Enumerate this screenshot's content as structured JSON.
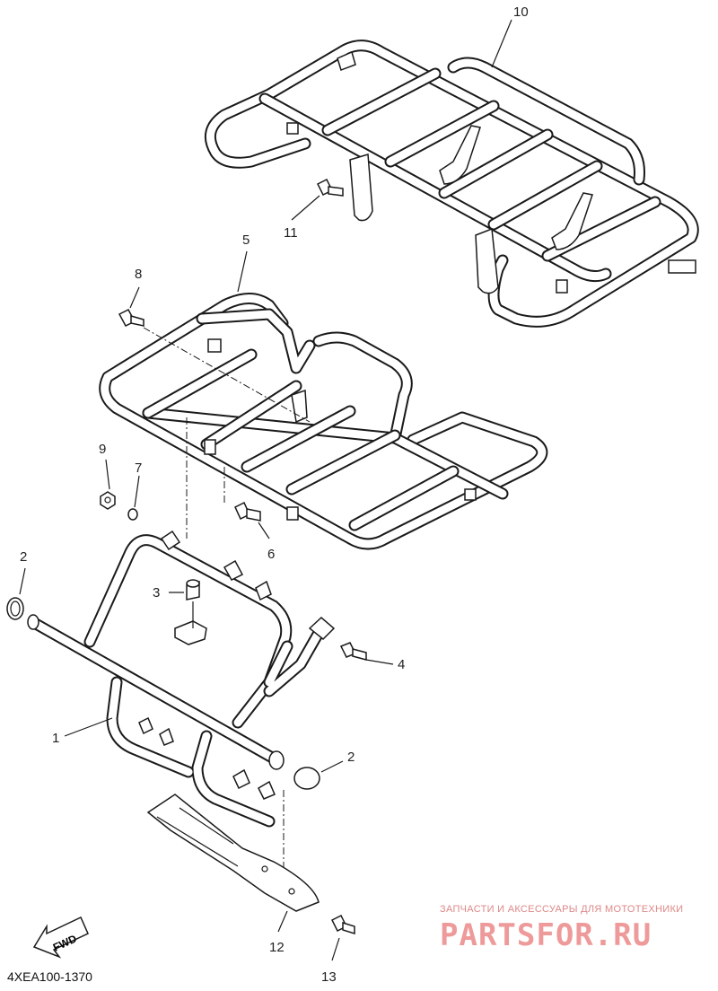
{
  "callouts": {
    "c1": "1",
    "c2a": "2",
    "c2b": "2",
    "c3": "3",
    "c4": "4",
    "c5": "5",
    "c6": "6",
    "c7": "7",
    "c8": "8",
    "c9": "9",
    "c10": "10",
    "c11": "11",
    "c12": "12",
    "c13": "13"
  },
  "fwd_label": "FWD",
  "diagram_code": "4XEA100-1370",
  "watermark": {
    "tagline": "ЗАПЧАСТИ И АКСЕССУАРЫ ДЛЯ МОТОТЕХНИКИ",
    "logo": "PARTSFOR.RU"
  }
}
